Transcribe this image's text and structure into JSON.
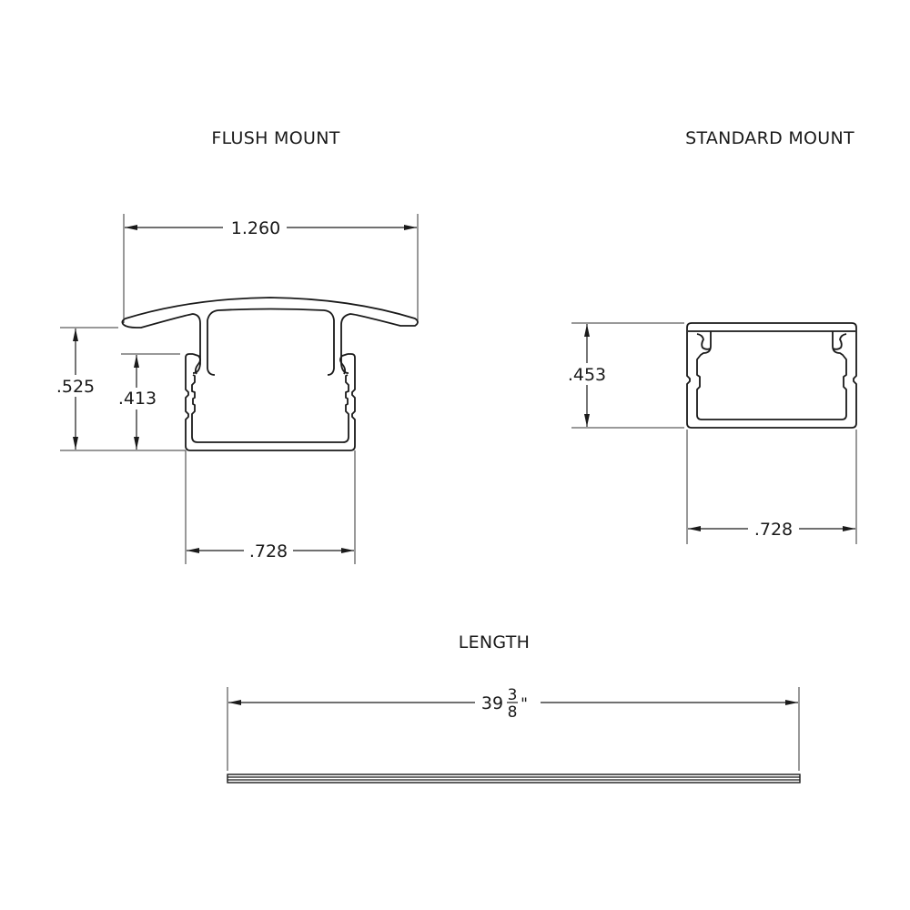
{
  "flush_mount": {
    "title": "FLUSH MOUNT",
    "width_overall": "1.260",
    "height_overall": ".525",
    "height_channel": ".413",
    "width_channel": ".728"
  },
  "standard_mount": {
    "title": "STANDARD MOUNT",
    "height": ".453",
    "width": ".728"
  },
  "length": {
    "title": "LENGTH",
    "whole": "39",
    "numerator": "3",
    "denominator": "8",
    "unit": "\""
  },
  "colors": {
    "line": "#1a1a1a",
    "background": "#ffffff"
  }
}
